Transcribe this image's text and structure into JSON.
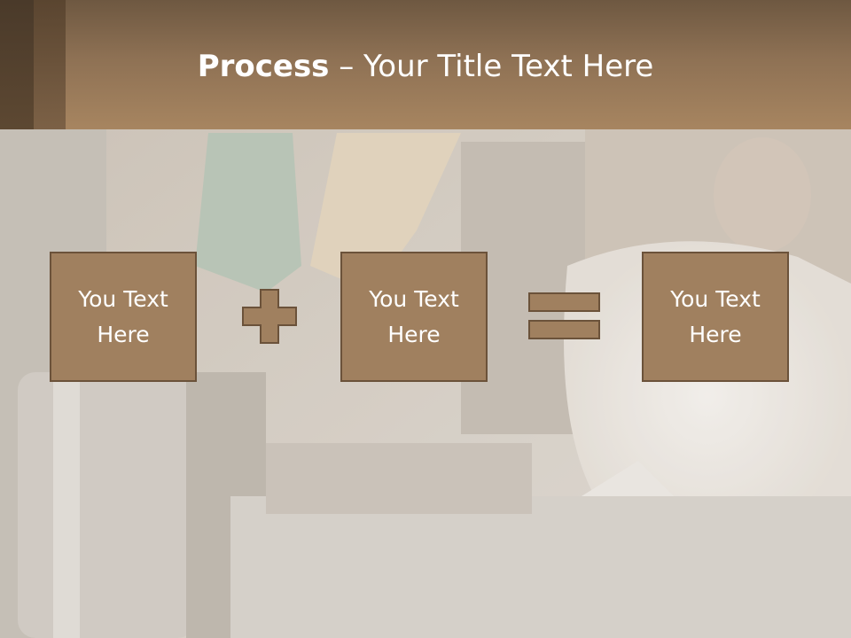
{
  "header": {
    "title_bold": "Process",
    "title_rest": " – Your Title Text Here"
  },
  "process": {
    "boxes": [
      {
        "label": "You Text Here"
      },
      {
        "label": "You Text Here"
      },
      {
        "label": "You Text Here"
      }
    ],
    "operators": [
      "plus-icon",
      "equals-icon"
    ]
  },
  "colors": {
    "header": "#8e7154",
    "box_fill": "#a0805f",
    "box_border": "#6b523a",
    "text": "#ffffff"
  }
}
